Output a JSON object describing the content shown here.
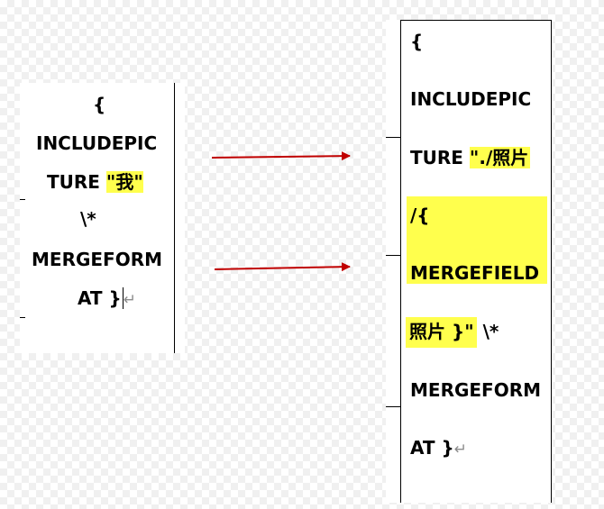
{
  "left_cell": {
    "lines": [
      "{",
      "INCLUDEPIC",
      "TURE ",
      "\"我\"",
      "\\*",
      "MERGEFORM",
      "AT }"
    ]
  },
  "right_cell": {
    "lines": [
      "{",
      "INCLUDEPIC",
      "TURE ",
      "\"./照片",
      "/{",
      "MERGEFIELD",
      "照片 }\"",
      " \\*",
      "MERGEFORM",
      "AT }"
    ]
  },
  "paragraph_mark": "↵",
  "colors": {
    "highlight": "#ffff4d",
    "arrow": "#c00000"
  }
}
